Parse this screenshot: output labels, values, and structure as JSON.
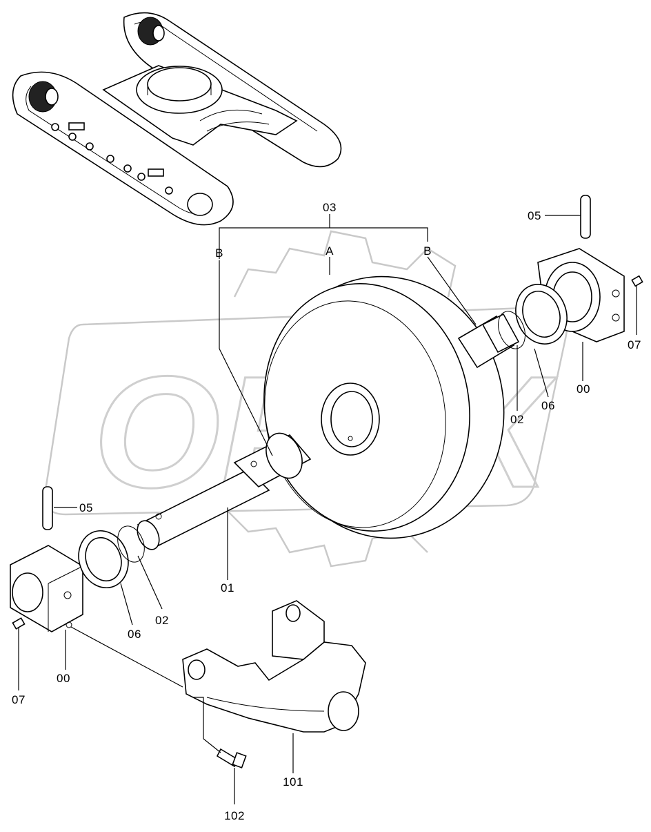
{
  "watermark": {
    "text": "OPEX"
  },
  "callouts": [
    {
      "id": "c03",
      "text": "03"
    },
    {
      "id": "cA",
      "text": "A"
    },
    {
      "id": "cB1",
      "text": "B"
    },
    {
      "id": "cB2",
      "text": "B"
    },
    {
      "id": "c05a",
      "text": "05"
    },
    {
      "id": "c05b",
      "text": "05"
    },
    {
      "id": "c07a",
      "text": "07"
    },
    {
      "id": "c07b",
      "text": "07"
    },
    {
      "id": "c00a",
      "text": "00"
    },
    {
      "id": "c00b",
      "text": "00"
    },
    {
      "id": "c02a",
      "text": "02"
    },
    {
      "id": "c02b",
      "text": "02"
    },
    {
      "id": "c06a",
      "text": "06"
    },
    {
      "id": "c06b",
      "text": "06"
    },
    {
      "id": "c01",
      "text": "01"
    },
    {
      "id": "c101",
      "text": "101"
    },
    {
      "id": "c102",
      "text": "102"
    }
  ]
}
